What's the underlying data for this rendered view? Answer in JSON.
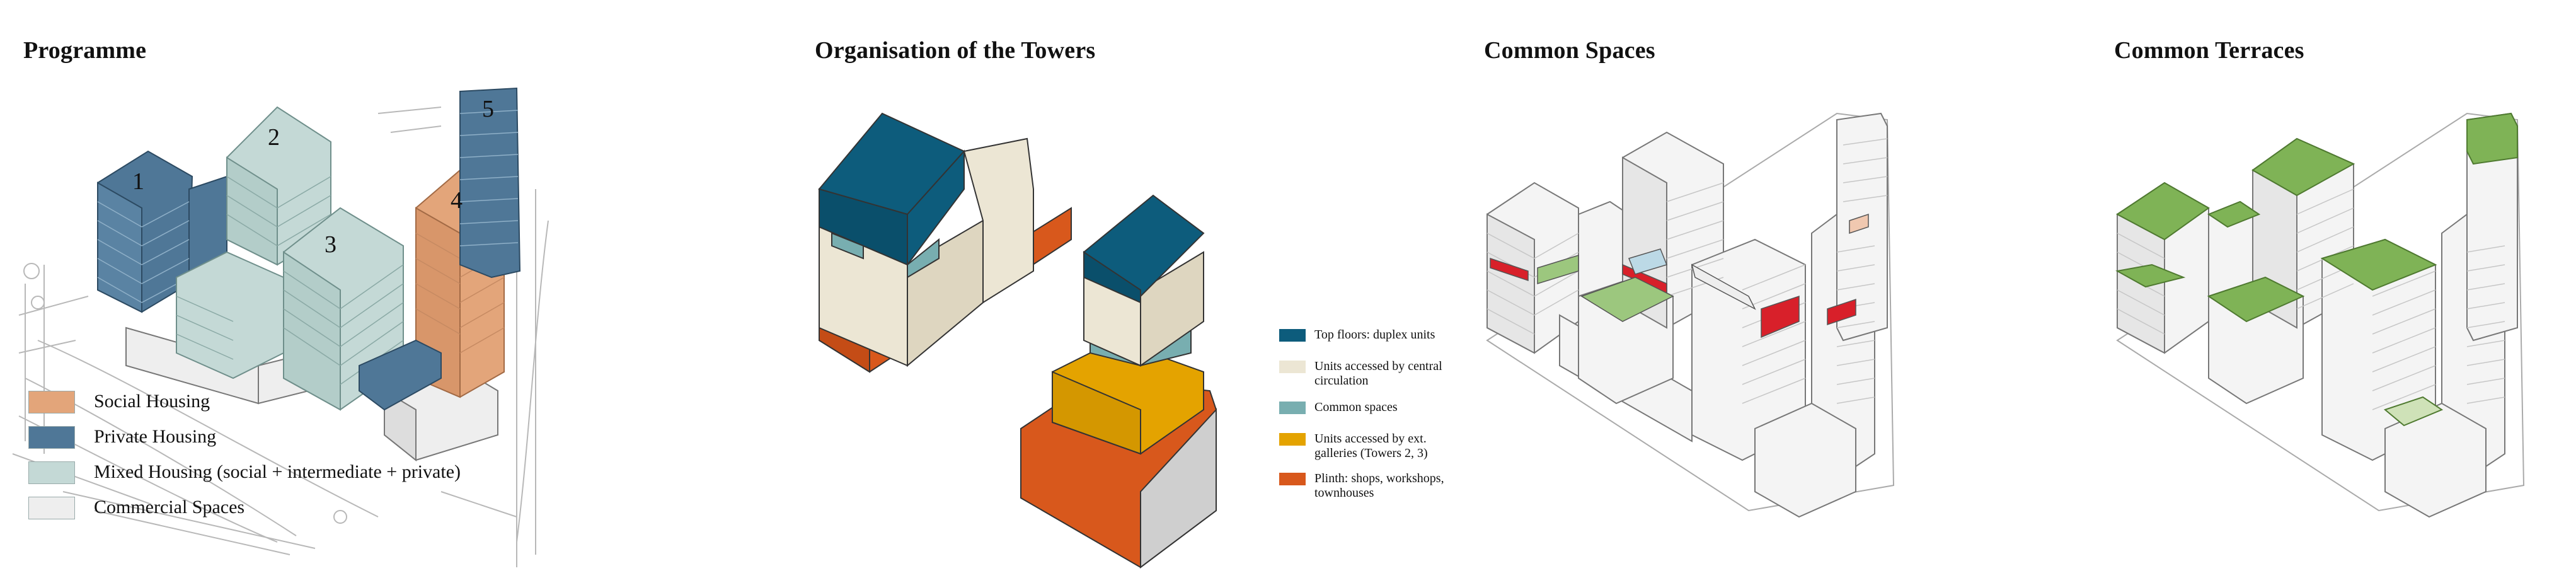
{
  "panels": {
    "programme": {
      "title": "Programme",
      "tower_labels": [
        "1",
        "2",
        "3",
        "4",
        "5"
      ],
      "legend": [
        {
          "label": "Social Housing",
          "color": "#e3a57a"
        },
        {
          "label": "Private Housing",
          "color": "#4f7797"
        },
        {
          "label": "Mixed Housing (social + intermediate + private)",
          "color": "#c4d9d6"
        },
        {
          "label": "Commercial Spaces",
          "color": "#eeeeee"
        }
      ]
    },
    "organisation": {
      "title": "Organisation of the Towers",
      "legend": [
        {
          "label": "Top floors: duplex units",
          "color": "#0d5c7c"
        },
        {
          "label": "Units accessed by central circulation",
          "color": "#ece6d4"
        },
        {
          "label": "Common spaces",
          "color": "#78aeb0"
        },
        {
          "label": "Units accessed by ext. galleries (Towers 2, 3)",
          "color": "#e4a300"
        },
        {
          "label": "Plinth: shops, workshops, townhouses",
          "color": "#d8581c"
        }
      ]
    },
    "common_spaces": {
      "title": "Common Spaces",
      "highlight_colors": {
        "red": "#d8202a",
        "green": "#9cc77e",
        "blue": "#bcd9e6"
      }
    },
    "common_terraces": {
      "title": "Common Terraces",
      "highlight_color": "#7fb356"
    }
  }
}
